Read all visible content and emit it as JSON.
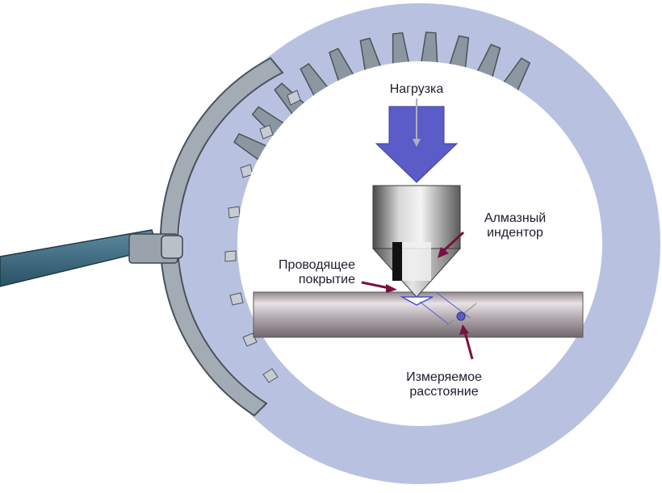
{
  "labels": {
    "load": "Нагрузка",
    "indenter_line1": "Алмазный",
    "indenter_line2": "индентор",
    "coating_line1": "Проводящее",
    "coating_line2": "покрытие",
    "distance_line1": "Измеряемое",
    "distance_line2": "расстояние"
  },
  "colors": {
    "ring": "#b8c2e0",
    "inner_circle": "#ffffff",
    "arrow": "#5b5cc7",
    "pointer": "#7a1040",
    "rod": "#b3abb0",
    "gear": "#8c96a0",
    "probe_arm": "#3b6a80"
  }
}
